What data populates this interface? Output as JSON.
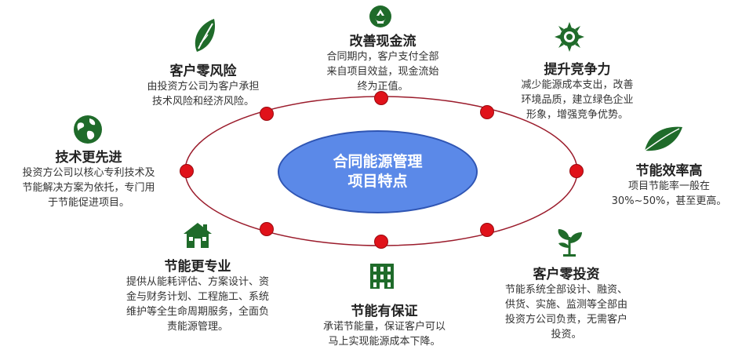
{
  "center": {
    "line1": "合同能源管理",
    "line2": "项目特点"
  },
  "items": [
    {
      "title": "改善现金流",
      "desc": [
        "合同期内，客户支付全部",
        "来自项目效益，现金流始",
        "终为正值。"
      ],
      "icon": "recycle-icon"
    },
    {
      "title": "提升竞争力",
      "desc": [
        "减少能源成本支出，改善",
        "环境品质，建立绿色企业",
        "形象，增强竞争优势。"
      ],
      "icon": "sun-gear-icon"
    },
    {
      "title": "节能效率高",
      "desc": [
        "项目节能率一般在",
        "30%~50%，甚至更高。"
      ],
      "icon": "leaf-icon"
    },
    {
      "title": "客户零投资",
      "desc": [
        "节能系统全部设计、融资、",
        "供货、实施、监测等全部由",
        "投资方公司负责，无需客户",
        "投资。"
      ],
      "icon": "sprout-icon"
    },
    {
      "title": "节能有保证",
      "desc": [
        "承诺节能量，保证客户可以",
        "马上实现能源成本下降。"
      ],
      "icon": "building-icon"
    },
    {
      "title": "节能更专业",
      "desc": [
        "提供从能耗评估、方案设计、资",
        "金与财务计划、工程施工、系统",
        "维护等全生命周期服务，全面负",
        "责能源管理。"
      ],
      "icon": "house-icon"
    },
    {
      "title": "技术更先进",
      "desc": [
        "投资方公司以核心专利技术及",
        "节能解决方案为依托，专门用",
        "于节能促进项目。"
      ],
      "icon": "globe-icon"
    },
    {
      "title": "客户零风险",
      "desc": [
        "由投资方公司为客户承担",
        "技术风险和经济风险。"
      ],
      "icon": "leaf-outline-icon"
    }
  ],
  "colors": {
    "accent": "#5b89e8",
    "dot": "#e0121a",
    "ring": "#9b1c2c",
    "icon": "#1f6b2a"
  }
}
